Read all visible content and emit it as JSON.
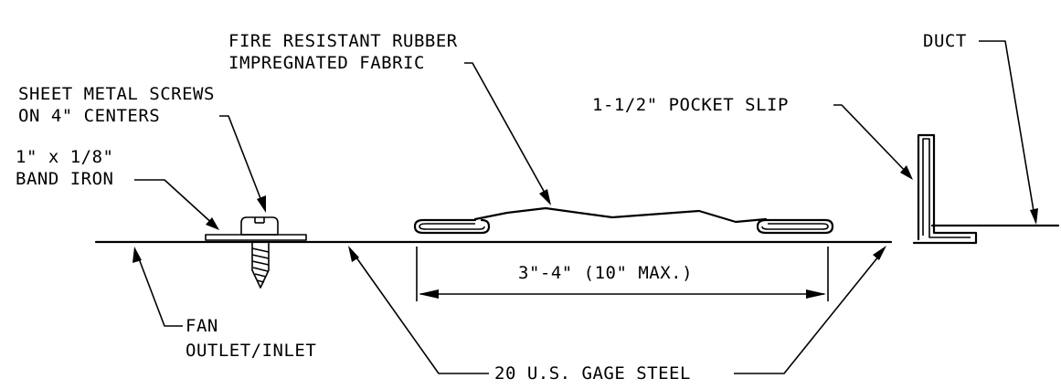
{
  "labels": {
    "fabric_line1": "FIRE RESISTANT RUBBER",
    "fabric_line2": "IMPREGNATED FABRIC",
    "duct": "DUCT",
    "screws_line1": "SHEET METAL SCREWS",
    "screws_line2": "ON 4\" CENTERS",
    "band_line1": "1\" x 1/8\"",
    "band_line2": "BAND IRON",
    "pocket_slip": "1-1/2\" POCKET SLIP",
    "dimension": "3\"-4\" (10\" MAX.)",
    "fan_line1": "FAN",
    "fan_line2": "OUTLET/INLET",
    "steel": "20 U.S. GAGE STEEL"
  }
}
